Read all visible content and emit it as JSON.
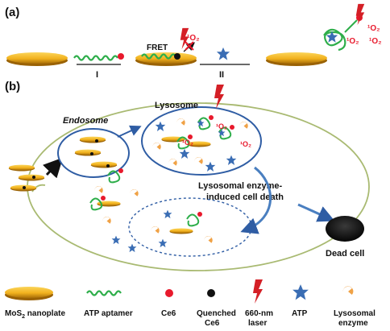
{
  "panel_a": {
    "label": "(a)",
    "step1": "I",
    "step2": "II",
    "fret": "FRET",
    "singlet_oxygen": "¹O₂"
  },
  "panel_b": {
    "label": "(b)",
    "endosome": "Endosome",
    "lysosome": "Lysosome",
    "death_line1": "Lysosomal enzyme-",
    "death_line2": "induced cell death",
    "dead_cell": "Dead cell",
    "singlet_oxygen": "¹O₂"
  },
  "legend": {
    "mos2_pre": "MoS",
    "mos2_sub": "2",
    "mos2_post": " nanoplate",
    "aptamer": "ATP aptamer",
    "ce6": "Ce6",
    "quenched_1": "Quenched",
    "quenched_2": "Ce6",
    "laser_1": "660-nm",
    "laser_2": "laser",
    "atp": "ATP",
    "enzyme_1": "Lysosomal",
    "enzyme_2": "enzyme"
  },
  "colors": {
    "nanoplate": "#f2b21e",
    "aptamer": "#2eae4a",
    "ce6": "#e8192c",
    "quenched": "#111111",
    "laser": "#d41f26",
    "atp": "#3a6db4",
    "enzyme": "#f0a246",
    "cell_border": "#a9ba72",
    "vesicle_border": "#2f5da4",
    "arrow": "#4a7fc0"
  }
}
